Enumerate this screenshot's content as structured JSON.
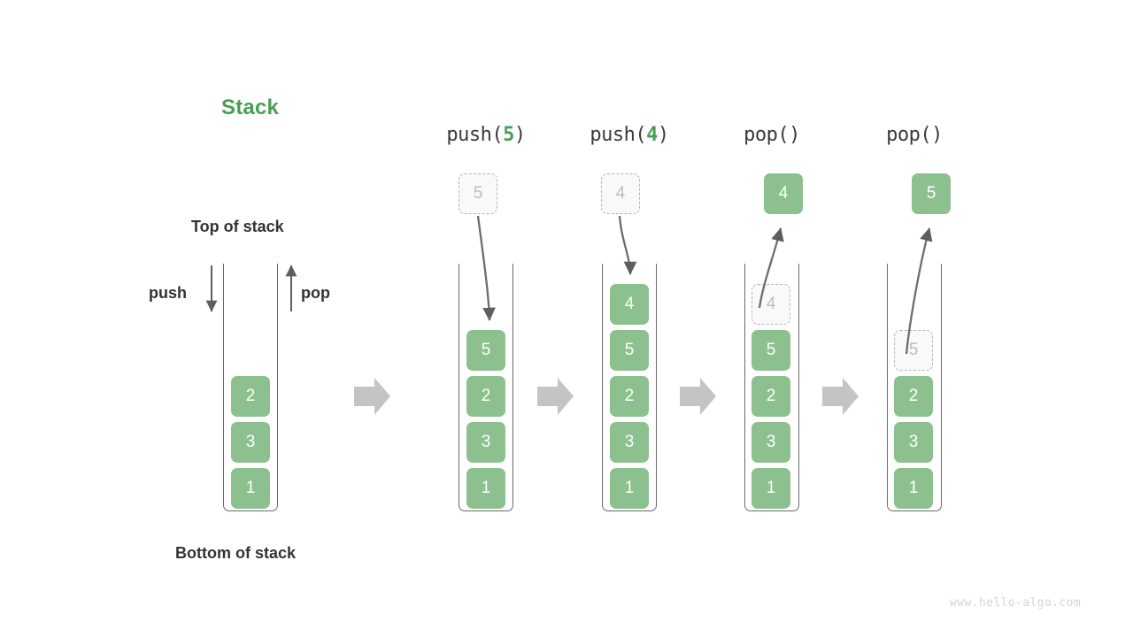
{
  "diagram": {
    "title": "Stack",
    "top_label": "Top of stack",
    "bottom_label": "Bottom of stack",
    "push_label": "push",
    "pop_label": "pop",
    "watermark": "www.hello-algo.com",
    "accent_color": "#4a9e54",
    "element_color": "#8cc08f",
    "ghost_color": "#f9f9f9",
    "ghost_border_color": "#b5b5b5",
    "transition_arrow_color": "#c4c4c4",
    "container_color": "#6a6a6a"
  },
  "panels": [
    {
      "id": "initial",
      "header": "",
      "header_prefix": "",
      "header_arg": "",
      "header_suffix": "",
      "elements": [
        "2",
        "3",
        "1"
      ],
      "incoming": null,
      "outgoing": null,
      "ghost_index": null
    },
    {
      "id": "push-5",
      "header": "push(5)",
      "header_prefix": "push(",
      "header_arg": "5",
      "header_suffix": ")",
      "elements": [
        "5",
        "2",
        "3",
        "1"
      ],
      "incoming": "5",
      "outgoing": null,
      "ghost_index": null
    },
    {
      "id": "push-4",
      "header": "push(4)",
      "header_prefix": "push(",
      "header_arg": "4",
      "header_suffix": ")",
      "elements": [
        "4",
        "5",
        "2",
        "3",
        "1"
      ],
      "incoming": "4",
      "outgoing": null,
      "ghost_index": null
    },
    {
      "id": "pop-1",
      "header": "pop()",
      "header_prefix": "pop()",
      "header_arg": "",
      "header_suffix": "",
      "elements": [
        "4",
        "5",
        "2",
        "3",
        "1"
      ],
      "incoming": null,
      "outgoing": "4",
      "ghost_index": 0
    },
    {
      "id": "pop-2",
      "header": "pop()",
      "header_prefix": "pop()",
      "header_arg": "",
      "header_suffix": "",
      "elements": [
        "5",
        "2",
        "3",
        "1"
      ],
      "incoming": null,
      "outgoing": "5",
      "ghost_index": 0
    }
  ],
  "floating_boxes": {
    "push5": "5",
    "push4": "4",
    "pop4": "4",
    "pop5": "5"
  }
}
